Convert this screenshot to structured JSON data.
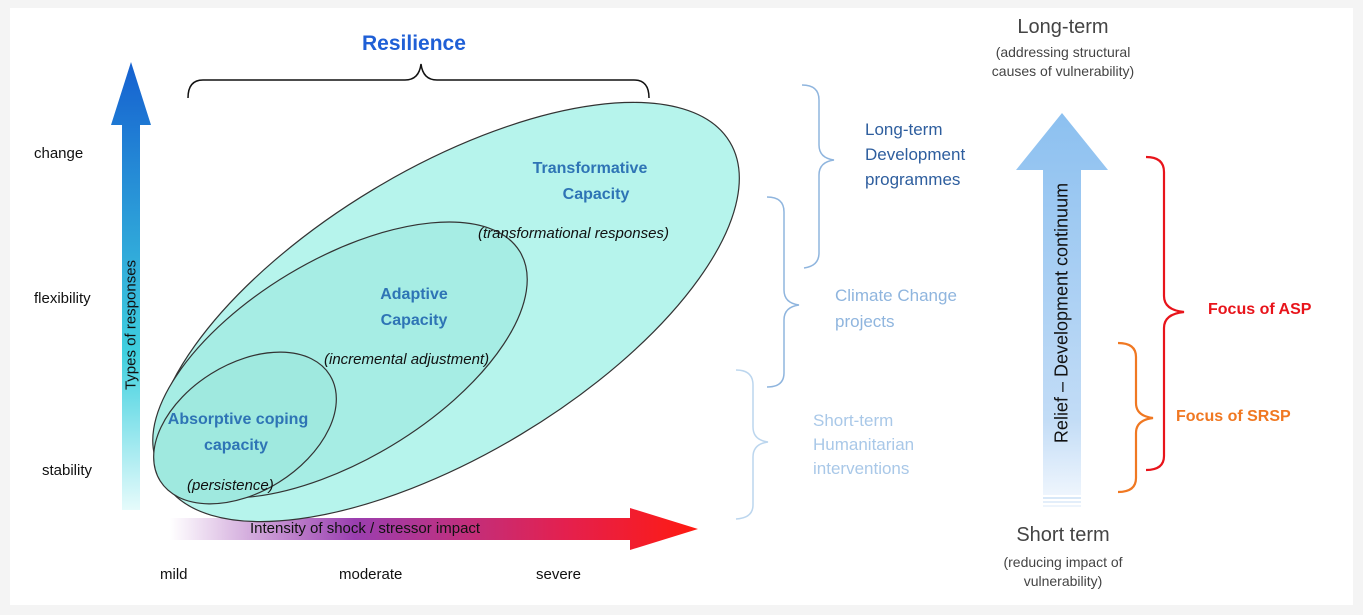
{
  "resilience": "Resilience",
  "y_axis": {
    "title": "Types of responses",
    "levels": [
      "change",
      "flexibility",
      "stability"
    ]
  },
  "x_axis": {
    "title": "Intensity of shock / stressor impact",
    "levels": [
      "mild",
      "moderate",
      "severe"
    ]
  },
  "capacities": {
    "transformative": {
      "title_1": "Transformative",
      "title_2": "Capacity",
      "note": "transformational responses"
    },
    "adaptive": {
      "title_1": "Adaptive",
      "title_2": "Capacity",
      "note": "incremental adjustment"
    },
    "absorptive": {
      "title_1": "Absorptive coping",
      "title_2": "capacity",
      "note": "persistence"
    }
  },
  "programmes": {
    "long": [
      "Long-term",
      "Development",
      "programmes"
    ],
    "climate": [
      "Climate Change",
      "projects"
    ],
    "short": [
      "Short-term",
      "Humanitarian",
      "interventions"
    ]
  },
  "continuum": {
    "label": "Relief – Development continuum",
    "top_title": "Long-term",
    "top_sub_1": "(addressing structural",
    "top_sub_2": "causes of vulnerability)",
    "bottom_title": "Short term",
    "bottom_sub_1": "(reducing impact of",
    "bottom_sub_2": "vulnerability)"
  },
  "focus": {
    "asp": "Focus of ASP",
    "srsp": "Focus of SRSP"
  },
  "colors": {
    "programme_dark": "#2e5e9e",
    "programme_light": "#8fb5de",
    "asp": "#e8141b",
    "srsp": "#f07822",
    "capacity_title": "#2e74b5",
    "resilience": "#1f5fd6"
  }
}
